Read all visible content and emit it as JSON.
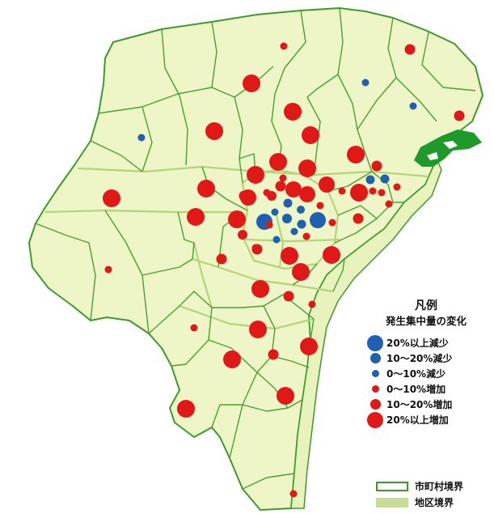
{
  "legend": {
    "title": "凡例",
    "subtitle": "発生集中量の変化",
    "classes": [
      {
        "label": "20%以上減少",
        "color": "#2060b0",
        "size": "large"
      },
      {
        "label": "10～20%減少",
        "color": "#2060b0",
        "size": "medium"
      },
      {
        "label": "0～10%減少",
        "color": "#2060b0",
        "size": "small"
      },
      {
        "label": "0～10%増加",
        "color": "#e01818",
        "size": "small"
      },
      {
        "label": "10～20%増加",
        "color": "#e01818",
        "size": "medium"
      },
      {
        "label": "20%以上増加",
        "color": "#e01818",
        "size": "large"
      }
    ],
    "boundaries": [
      {
        "label": "市町村境界",
        "stroke": "#3a9a2a"
      },
      {
        "label": "地区境界",
        "fill": "#c8dc94"
      }
    ]
  },
  "colors": {
    "land": "#eef5c6",
    "municipal_boundary": "#4aa032",
    "district_boundary": "#b4d47c",
    "decrease": "#2060b0",
    "increase": "#e01818",
    "water": "#ffffff"
  },
  "markers": [
    {
      "category": "20%以上減少",
      "count": 2
    },
    {
      "category": "10～20%減少",
      "count": 6
    },
    {
      "category": "0～10%減少",
      "count": 6
    },
    {
      "category": "0～10%増加",
      "count": 17
    },
    {
      "category": "10～20%増加",
      "count": 13
    },
    {
      "category": "20%以上増加",
      "count": 22
    }
  ]
}
